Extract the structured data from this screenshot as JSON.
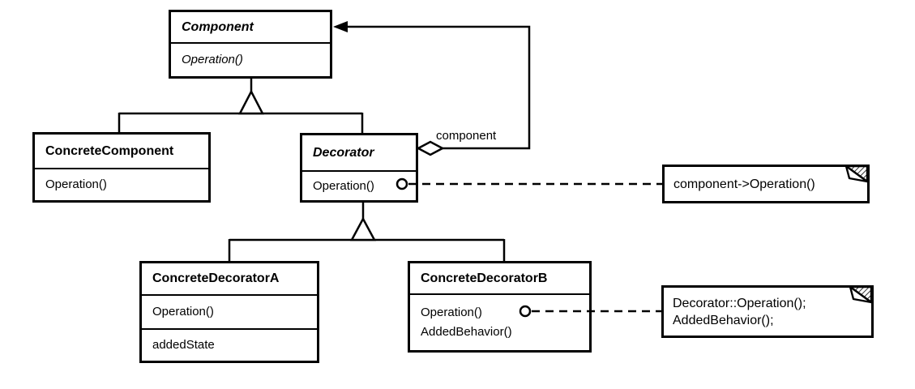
{
  "diagram_type": "uml-class-diagram",
  "pattern": "Decorator",
  "colors": {
    "line": "#000000",
    "background": "#ffffff",
    "box_fill": "#ffffff"
  },
  "classes": {
    "component": {
      "name": "Component",
      "abstract": true,
      "members": [
        "Operation()"
      ]
    },
    "concrete_component": {
      "name": "ConcreteComponent",
      "abstract": false,
      "members": [
        "Operation()"
      ]
    },
    "decorator": {
      "name": "Decorator",
      "abstract": true,
      "members": [
        "Operation()"
      ]
    },
    "concrete_decorator_a": {
      "name": "ConcreteDecoratorA",
      "abstract": false,
      "members": [
        "Operation()"
      ],
      "attributes": [
        "addedState"
      ]
    },
    "concrete_decorator_b": {
      "name": "ConcreteDecoratorB",
      "abstract": false,
      "members": [
        "Operation()",
        "AddedBehavior()"
      ]
    }
  },
  "labels": {
    "aggregation_role": "component"
  },
  "notes": {
    "decorator_note": {
      "lines": [
        "component->Operation()"
      ]
    },
    "concrete_b_note": {
      "lines": [
        "Decorator::Operation();",
        "AddedBehavior();"
      ]
    }
  },
  "relationships": [
    {
      "type": "inheritance",
      "from": "ConcreteComponent",
      "to": "Component"
    },
    {
      "type": "inheritance",
      "from": "Decorator",
      "to": "Component"
    },
    {
      "type": "inheritance",
      "from": "ConcreteDecoratorA",
      "to": "Decorator"
    },
    {
      "type": "inheritance",
      "from": "ConcreteDecoratorB",
      "to": "Decorator"
    },
    {
      "type": "aggregation",
      "from": "Decorator",
      "to": "Component",
      "role": "component"
    },
    {
      "type": "note-anchor",
      "from": "Decorator.Operation()",
      "to": "decorator_note"
    },
    {
      "type": "note-anchor",
      "from": "ConcreteDecoratorB.Operation()",
      "to": "concrete_b_note"
    }
  ]
}
